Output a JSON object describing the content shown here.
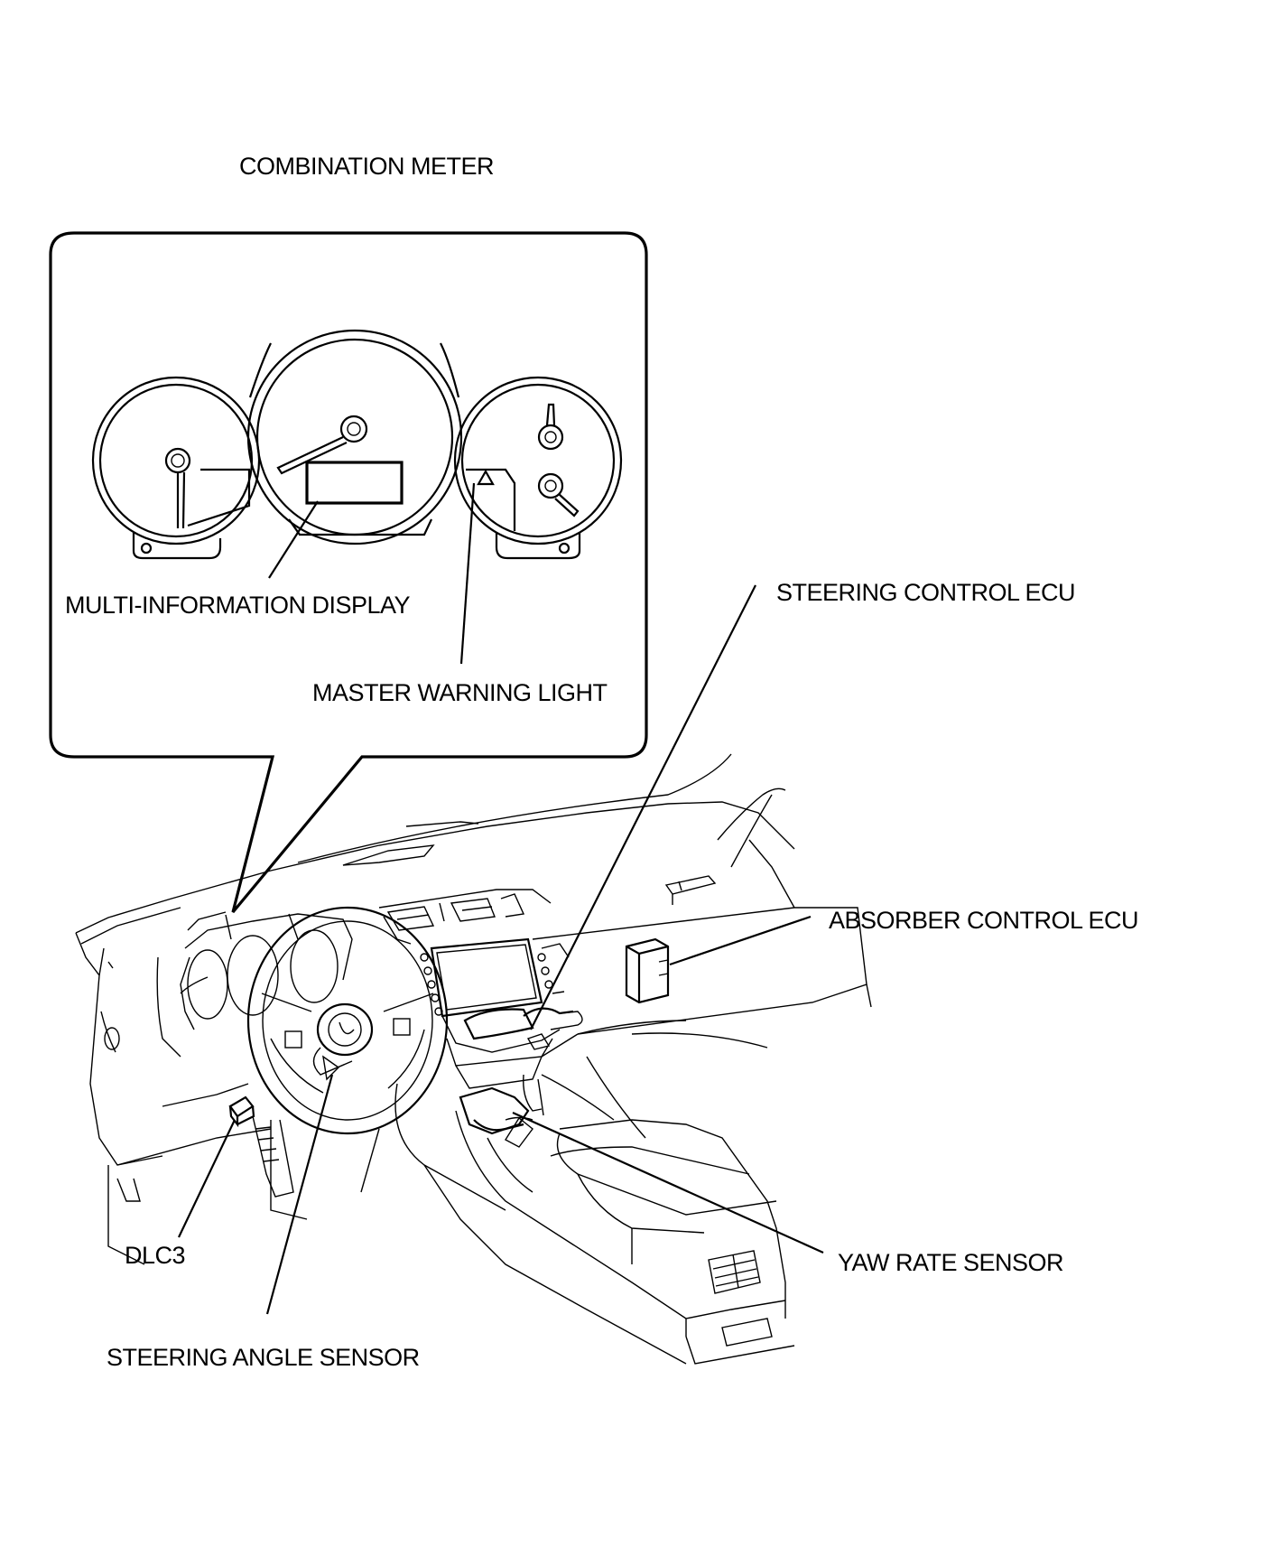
{
  "labels": {
    "combination_meter": "COMBINATION METER",
    "multi_information_display": "MULTI-INFORMATION DISPLAY",
    "master_warning_light": "MASTER WARNING LIGHT",
    "steering_control_ecu": "STEERING CONTROL ECU",
    "absorber_control_ecu": "ABSORBER CONTROL ECU",
    "yaw_rate_sensor": "YAW RATE SENSOR",
    "dlc3": "DLC3",
    "steering_angle_sensor": "STEERING ANGLE SENSOR"
  }
}
